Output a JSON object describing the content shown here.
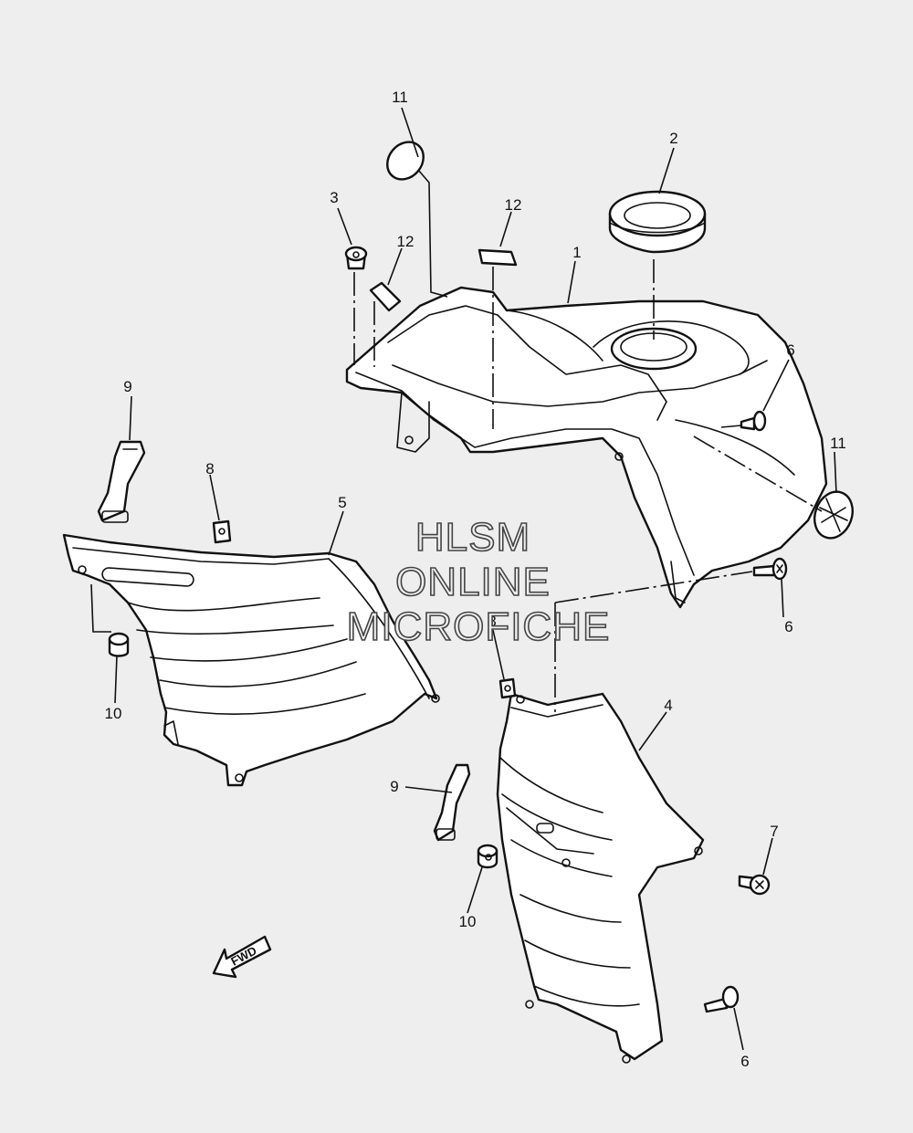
{
  "watermark": {
    "line1": "HLSM",
    "line2": "ONLINE",
    "line3": "MICROFICHE"
  },
  "direction_marker": "FWD",
  "callouts": {
    "c1": "1",
    "c2": "2",
    "c3": "3",
    "c4": "4",
    "c5": "5",
    "c6a": "6",
    "c6b": "6",
    "c6c": "6",
    "c7": "7",
    "c8a": "8",
    "c8b": "8",
    "c9a": "9",
    "c9b": "9",
    "c10a": "10",
    "c10b": "10",
    "c11a": "11",
    "c11b": "11",
    "c12a": "12",
    "c12b": "12"
  }
}
